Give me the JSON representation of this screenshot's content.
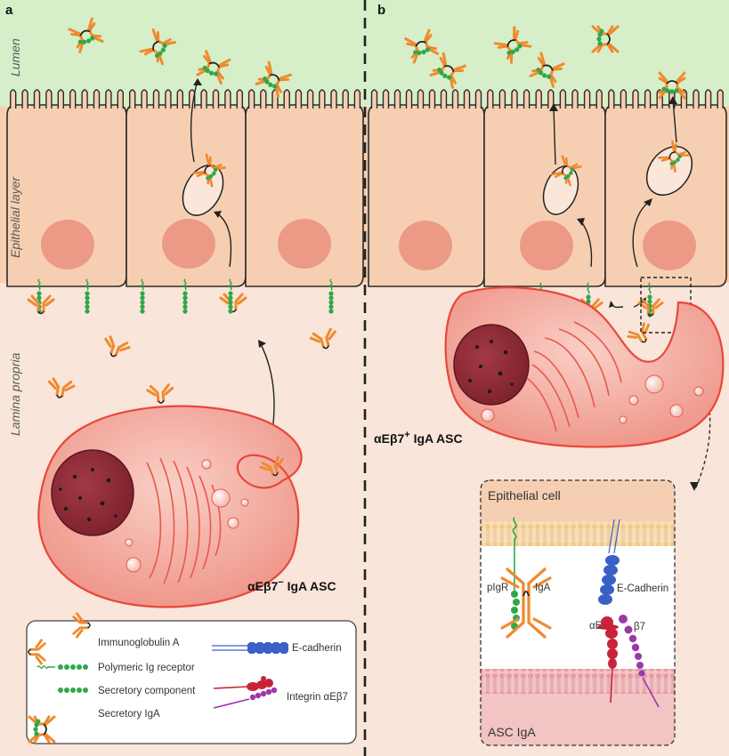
{
  "panels": {
    "a": {
      "letter": "a",
      "regions": {
        "lumen": "Lumen",
        "epithelium": "Epithelial layer",
        "lamina": "Lamina propria"
      },
      "cell_label_main": "αEβ7",
      "cell_label_sup": "−",
      "cell_label_rest": " IgA ASC"
    },
    "b": {
      "letter": "b",
      "cell_label_main": "αEβ7",
      "cell_label_sup": "+",
      "cell_label_rest": " IgA ASC",
      "inset": {
        "top": "Epithelial cell",
        "bottom": "ASC IgA",
        "pigr": "pIgR",
        "iga": "IgA",
        "ecad": "E-Cadherin",
        "alpha": "αE",
        "beta": "β7"
      }
    }
  },
  "legend": {
    "items": [
      {
        "label": "Immunoglobulin A",
        "icon": "iga-icon"
      },
      {
        "label": "Polymeric Ig receptor",
        "icon": "pigr-icon"
      },
      {
        "label": "Secretory component",
        "icon": "secretory-component-icon"
      },
      {
        "label": "Secretory IgA",
        "icon": "siga-icon"
      },
      {
        "label": "E-cadherin",
        "icon": "e-cadherin-icon"
      },
      {
        "label": "Integrin αEβ7",
        "icon": "integrin-icon"
      }
    ]
  },
  "colors": {
    "lumen": "#d6efc9",
    "epithelium": "#f6cfb2",
    "lamina": "#f9e5d9",
    "cell_fill": "#ef9b8f",
    "cell_stroke": "#e8473a",
    "nucleus": "#8c2b35",
    "iga": "#ef8a2e",
    "pigr": "#2ea84a",
    "ecad": "#3a5fc7",
    "alpha": "#c8233a",
    "beta": "#9a3aa8"
  }
}
